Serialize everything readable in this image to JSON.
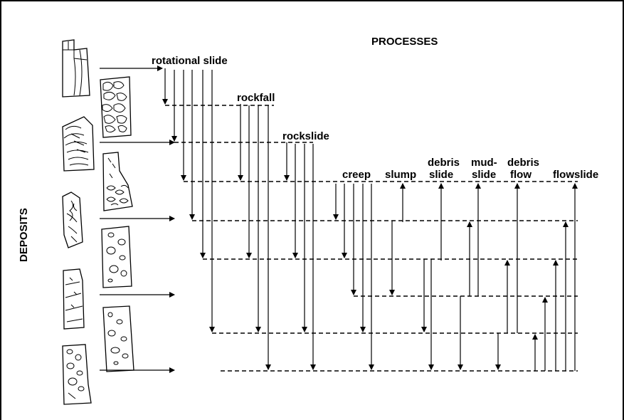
{
  "header": {
    "processes": "PROCESSES",
    "deposits": "DEPOSITS"
  },
  "processes": [
    {
      "id": "rotational-slide",
      "lines": [
        "rotational slide"
      ]
    },
    {
      "id": "rockfall",
      "lines": [
        "rockfall"
      ]
    },
    {
      "id": "rockslide",
      "lines": [
        "rockslide"
      ]
    },
    {
      "id": "creep",
      "lines": [
        "creep"
      ]
    },
    {
      "id": "slump",
      "lines": [
        "slump"
      ]
    },
    {
      "id": "debris-slide",
      "lines": [
        "debris",
        "slide"
      ]
    },
    {
      "id": "mud-slide",
      "lines": [
        "mud-",
        "slide"
      ]
    },
    {
      "id": "debris-flow",
      "lines": [
        "debris",
        "flow"
      ]
    },
    {
      "id": "flowslide",
      "lines": [
        "flowslide"
      ]
    }
  ]
}
